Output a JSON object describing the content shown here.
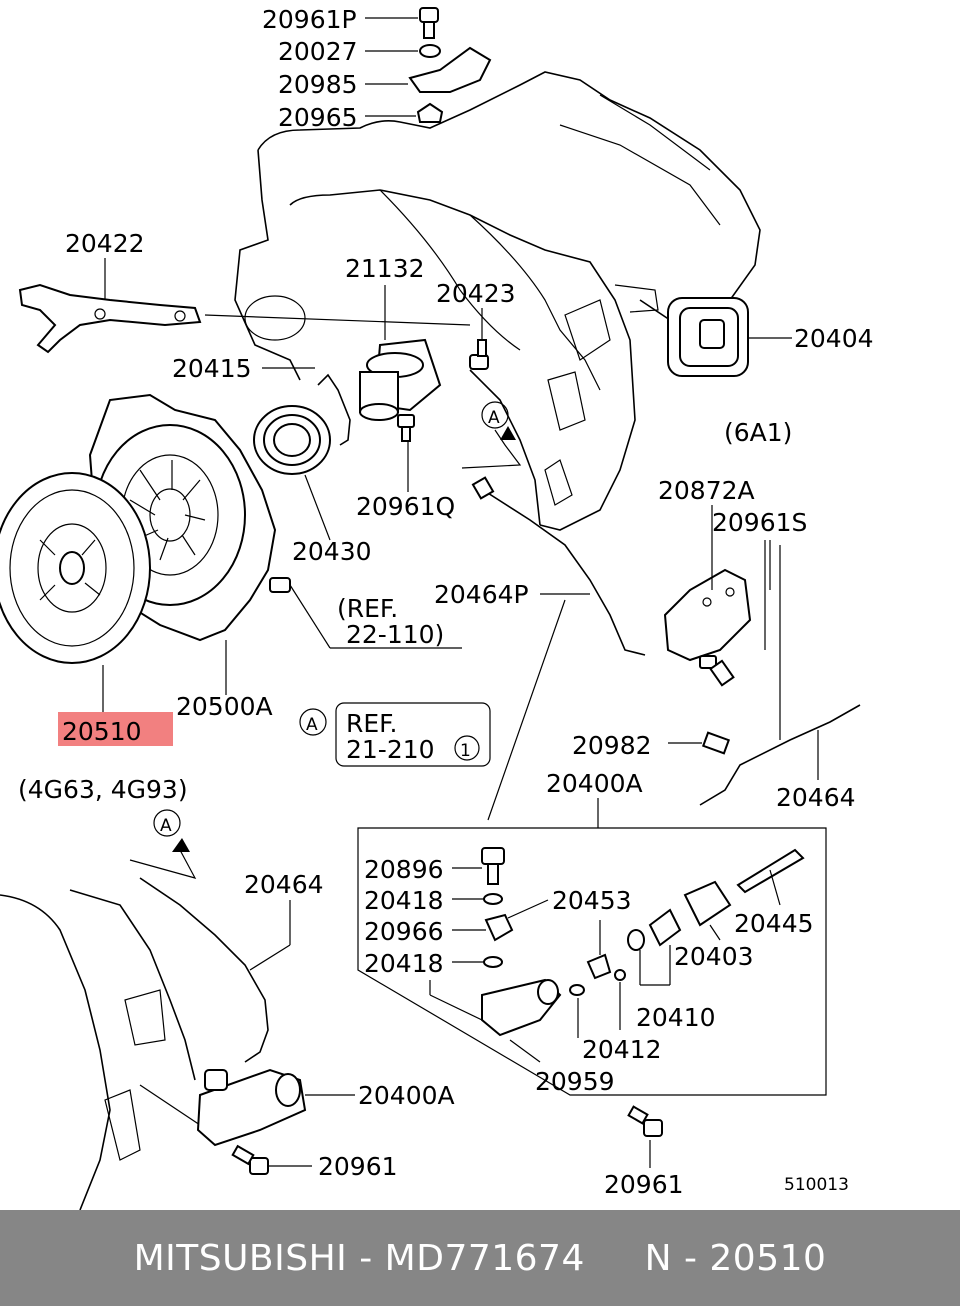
{
  "parts": {
    "p20961P": "20961P",
    "p20027": "20027",
    "p20985": "20985",
    "p20965": "20965",
    "p20422": "20422",
    "p21132": "21132",
    "p20423": "20423",
    "p20404": "20404",
    "p20415": "20415",
    "p20961Q": "20961Q",
    "p20430": "20430",
    "p20500A": "20500A",
    "p20510": "20510",
    "p20464P": "20464P",
    "p20872A": "20872A",
    "p20961S": "20961S",
    "p20982": "20982",
    "p20464_right": "20464",
    "p20400A_top": "20400A",
    "p20896": "20896",
    "p20418_a": "20418",
    "p20966": "20966",
    "p20418_b": "20418",
    "p20453": "20453",
    "p20445": "20445",
    "p20403": "20403",
    "p20410": "20410",
    "p20412": "20412",
    "p20959": "20959",
    "p20464_left": "20464",
    "p20400A_bottom": "20400A",
    "p20961_left": "20961",
    "p20961_bottom": "20961"
  },
  "refs": {
    "ref_22_110_line1": "(REF.",
    "ref_22_110_line2": "22-110)",
    "ref_21_210_line1": "REF.",
    "ref_21_210_line2": "21-210",
    "ref_21_210_circle": "1",
    "marker_a": "A",
    "variant_6a1": "(6A1)",
    "variant_engines": "(4G63, 4G93)",
    "diagram_code": "510013"
  },
  "colors": {
    "highlight": "#f06a6a",
    "footer_bg": "#868686",
    "footer_text": "#ffffff"
  },
  "footer": {
    "text": "MITSUBISHI - MD771674     N - 20510"
  }
}
